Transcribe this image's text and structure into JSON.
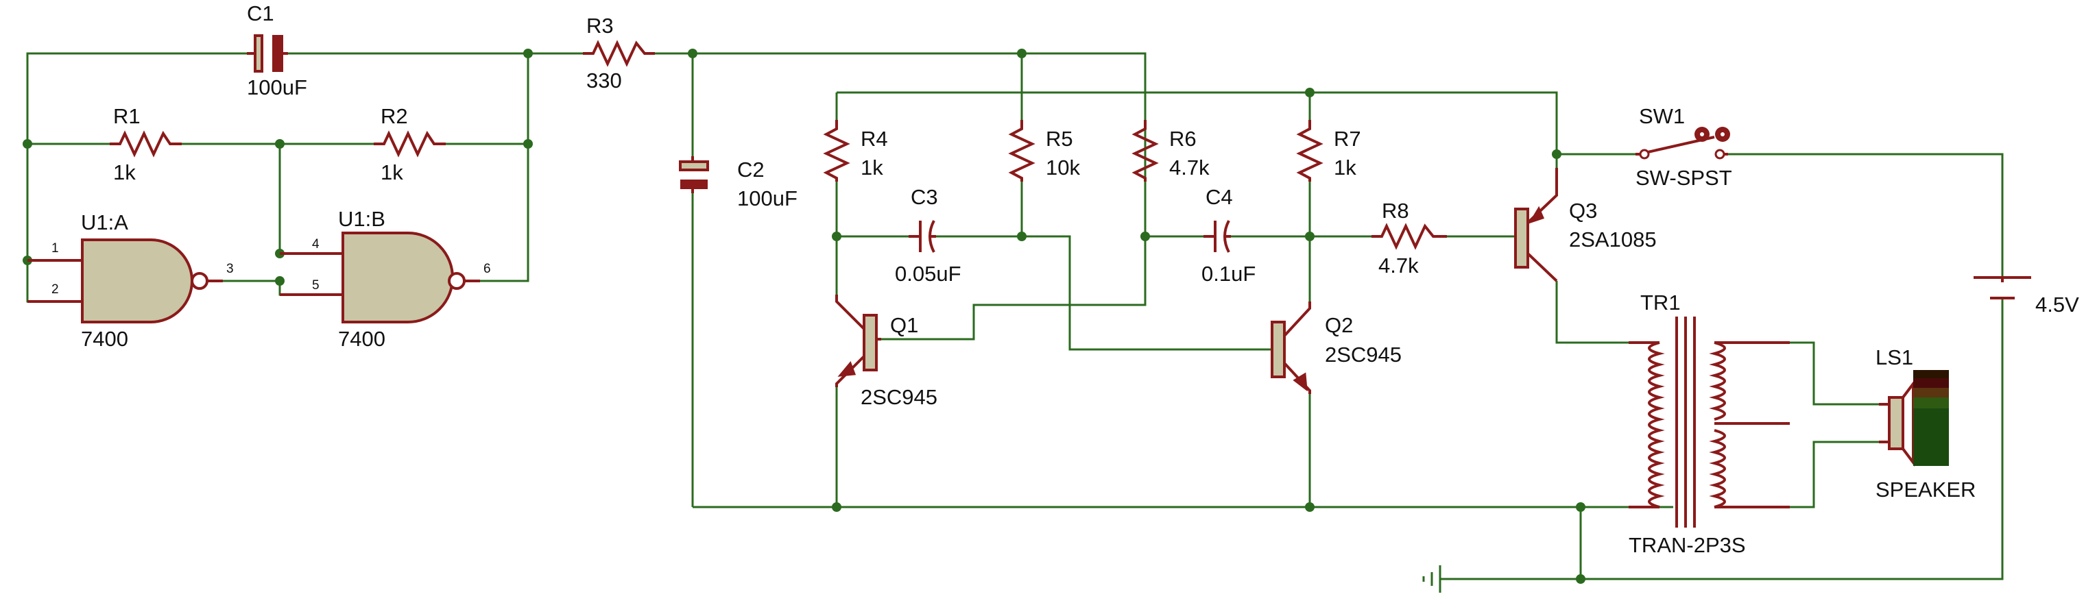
{
  "colors": {
    "wire": "#2b6b1f",
    "component": "#8b1a1a",
    "gate_fill": "#c9c5a5",
    "background": "#ffffff"
  },
  "components": {
    "C1": {
      "ref": "C1",
      "value": "100uF"
    },
    "C2": {
      "ref": "C2",
      "value": "100uF"
    },
    "C3": {
      "ref": "C3",
      "value": "0.05uF"
    },
    "C4": {
      "ref": "C4",
      "value": "0.1uF"
    },
    "R1": {
      "ref": "R1",
      "value": "1k"
    },
    "R2": {
      "ref": "R2",
      "value": "1k"
    },
    "R3": {
      "ref": "R3",
      "value": "330"
    },
    "R4": {
      "ref": "R4",
      "value": "1k"
    },
    "R5": {
      "ref": "R5",
      "value": "10k"
    },
    "R6": {
      "ref": "R6",
      "value": "4.7k"
    },
    "R7": {
      "ref": "R7",
      "value": "1k"
    },
    "R8": {
      "ref": "R8",
      "value": "4.7k"
    },
    "U1A": {
      "ref": "U1:A",
      "value": "7400",
      "pins": [
        "1",
        "2",
        "3"
      ]
    },
    "U1B": {
      "ref": "U1:B",
      "value": "7400",
      "pins": [
        "4",
        "5",
        "6"
      ]
    },
    "Q1": {
      "ref": "Q1",
      "value": "2SC945"
    },
    "Q2": {
      "ref": "Q2",
      "value": "2SC945"
    },
    "Q3": {
      "ref": "Q3",
      "value": "2SA1085"
    },
    "SW1": {
      "ref": "SW1",
      "value": "SW-SPST"
    },
    "TR1": {
      "ref": "TR1",
      "value": "TRAN-2P3S"
    },
    "LS1": {
      "ref": "LS1",
      "value": "SPEAKER"
    },
    "BAT": {
      "value": "4.5V"
    }
  }
}
